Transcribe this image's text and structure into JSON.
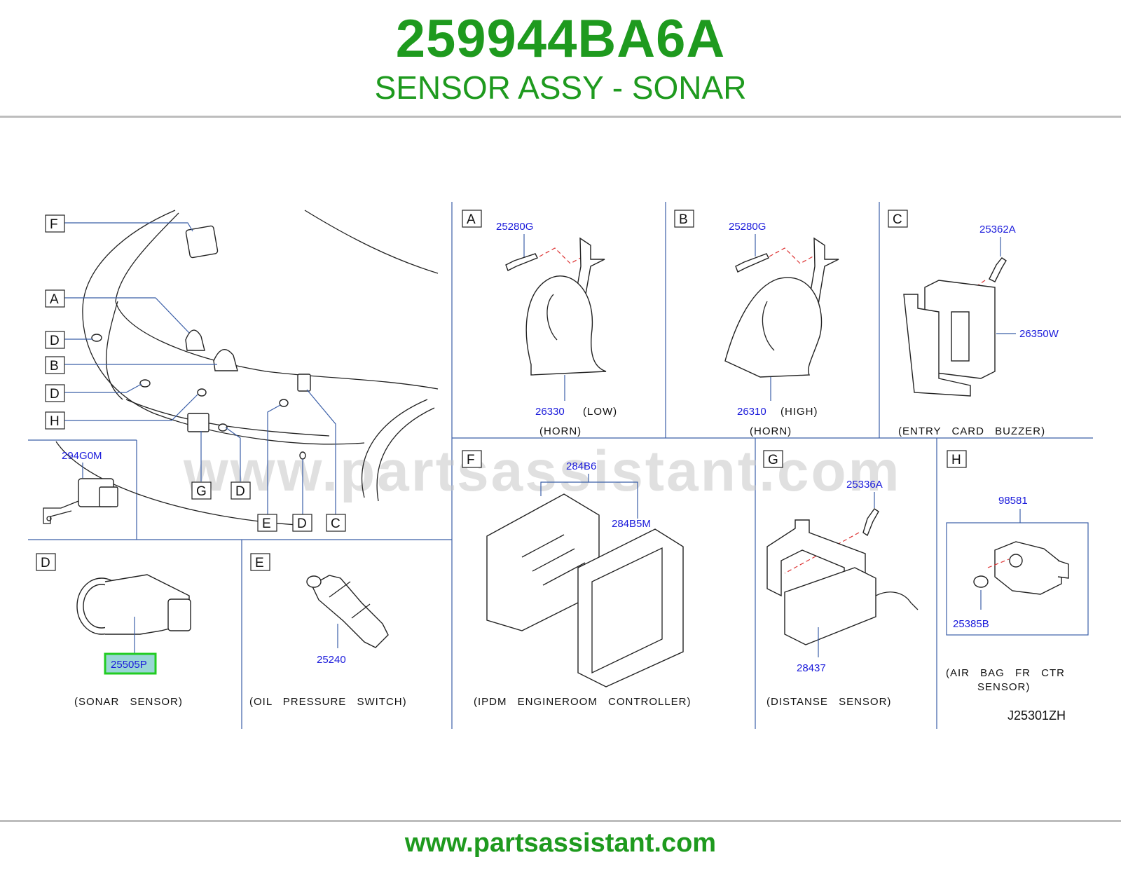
{
  "header": {
    "part_number": "259944BA6A",
    "part_description": "SENSOR ASSY - SONAR"
  },
  "footer": {
    "url": "www.partsassistant.com"
  },
  "watermark": "www.partsassistant.com",
  "colors": {
    "brand_green": "#1e9a1e",
    "part_number_blue": "#1a1adb",
    "leader_blue": "#3b5fa8",
    "highlight_green": "#22cc22",
    "dash_red": "#dd3333"
  },
  "diagram": {
    "drawing_code": "J25301ZH",
    "overview_labels": {
      "F": "F",
      "A": "A",
      "D1": "D",
      "B": "B",
      "D2": "D",
      "H": "H",
      "G": "G",
      "D3": "D",
      "E": "E",
      "D4": "D",
      "C": "C"
    },
    "overview_inset": {
      "part_no": "294G0M"
    },
    "sections": {
      "A": {
        "label": "A",
        "parts": [
          "25280G",
          "26330"
        ],
        "sub": "(LOW)",
        "caption": "(HORN)"
      },
      "B": {
        "label": "B",
        "parts": [
          "25280G",
          "26310"
        ],
        "sub": "(HIGH)",
        "caption": "(HORN)"
      },
      "C": {
        "label": "C",
        "parts": [
          "25362A",
          "26350W"
        ],
        "caption": "(ENTRY CARD BUZZER)"
      },
      "D": {
        "label": "D",
        "parts": [
          "25505P"
        ],
        "caption": "(SONAR SENSOR)"
      },
      "E": {
        "label": "E",
        "parts": [
          "25240"
        ],
        "caption": "(OIL PRESSURE SWITCH)"
      },
      "F": {
        "label": "F",
        "parts": [
          "284B6",
          "284B5M"
        ],
        "caption": "(IPDM ENGINEROOM CONTROLLER)"
      },
      "G": {
        "label": "G",
        "parts": [
          "25336A",
          "28437"
        ],
        "caption": "(DISTANSE SENSOR)"
      },
      "H": {
        "label": "H",
        "parts": [
          "98581",
          "25385B"
        ],
        "caption_line1": "(AIR BAG FR CTR",
        "caption_line2": "SENSOR)"
      }
    }
  }
}
